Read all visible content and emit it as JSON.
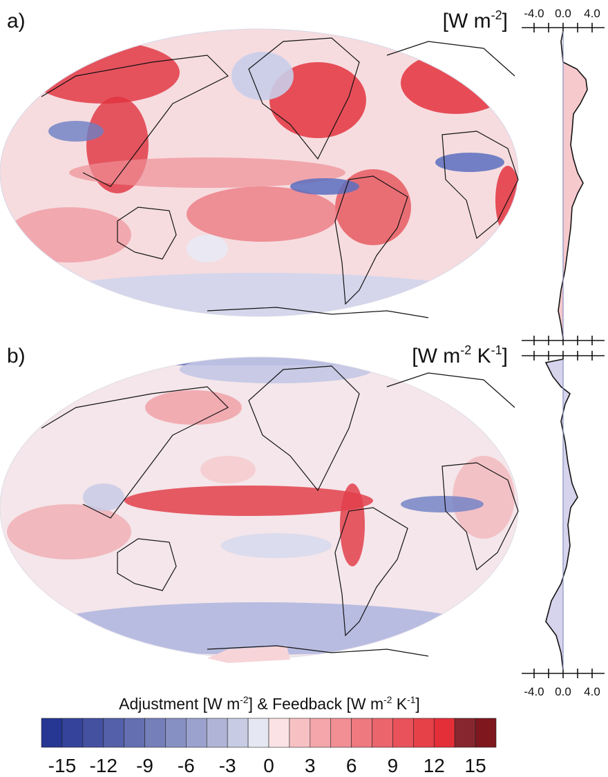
{
  "panels": [
    {
      "label": "a)",
      "unit_base": "[W m",
      "unit_exp": "-2",
      "unit_close": "]",
      "profile_ticks": [
        "-4.0",
        "0.0",
        "4.0"
      ]
    },
    {
      "label": "b)",
      "unit_base": "[W m",
      "unit_exp": "-2",
      "unit_mid": " K",
      "unit_exp2": "-1",
      "unit_close": "]",
      "profile_ticks": [
        "-4.0",
        "0.0",
        "4.0"
      ]
    }
  ],
  "colorbar": {
    "title_part1": "Adjustment [W m",
    "title_exp1": "-2",
    "title_part2": "] & Feedback [W m",
    "title_exp2": "-2",
    "title_part3": " K",
    "title_exp3": "-1",
    "title_part4": "]",
    "tick_labels": [
      "-15",
      "-12",
      "-9",
      "-6",
      "-3",
      "0",
      "3",
      "6",
      "9",
      "12",
      "15"
    ],
    "min": -16.5,
    "max": 16.5,
    "step": 1.5
  },
  "colors": {
    "strong_blue": "#1f2f8f",
    "strong_red": "#7a0f17",
    "neutral": "#ffffff"
  }
}
